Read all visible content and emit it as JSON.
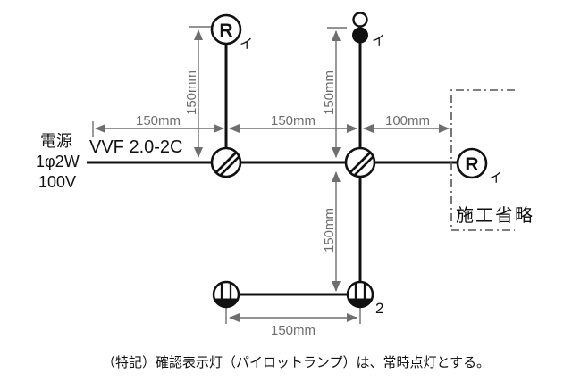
{
  "colors": {
    "ink": "#111111",
    "dimension": "#6e6e6e",
    "background": "#ffffff"
  },
  "source": {
    "line1": "電源",
    "line2": "1φ2W",
    "line3": "100V"
  },
  "cable_label": "VVF 2.0-2C",
  "symbols": {
    "lamp_top": {
      "letter": "R",
      "tag": "イ"
    },
    "lamp_right": {
      "letter": "R",
      "tag": "イ"
    },
    "switch": {
      "tag": "イ"
    },
    "outlet_right": {
      "tag": "2"
    }
  },
  "region_label": "施工省略",
  "dimensions": {
    "top_left": "150mm",
    "top_mid": "150mm",
    "top_right": "100mm",
    "vert_left": "150mm",
    "vert_mid": "150mm",
    "vert_lower": "150mm",
    "bottom": "150mm"
  },
  "note": "（特記）確認表示灯（パイロットランプ）は、常時点灯とする。"
}
